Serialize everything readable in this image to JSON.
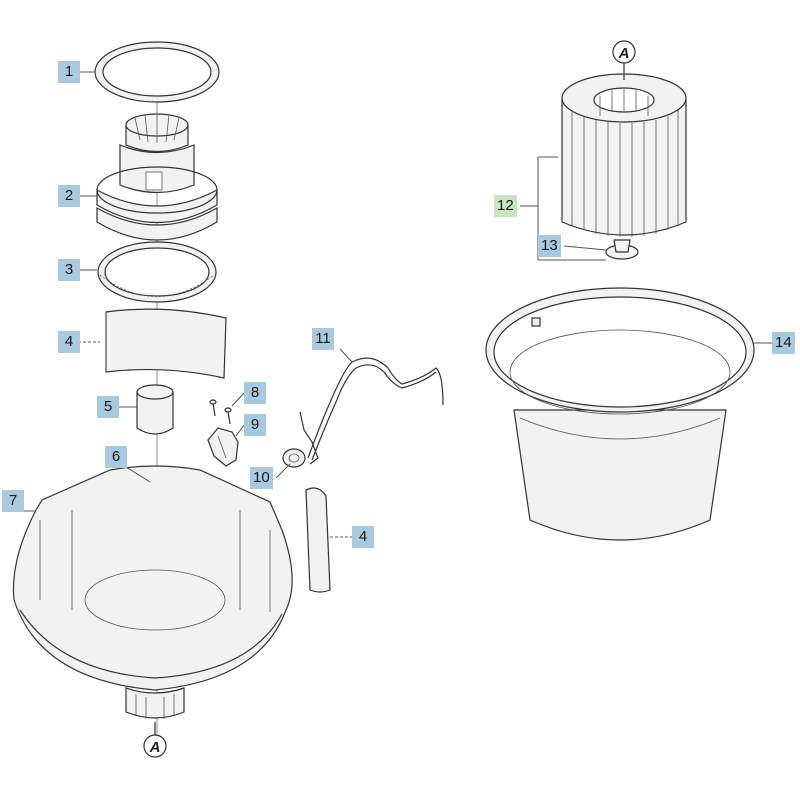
{
  "callouts": {
    "c1": "1",
    "c2": "2",
    "c3": "3",
    "c4a": "4",
    "c4b": "4",
    "c5": "5",
    "c6": "6",
    "c7": "7",
    "c8": "8",
    "c9": "9",
    "c10": "10",
    "c11": "11",
    "c12": "12",
    "c13": "13",
    "c14": "14"
  },
  "markers": {
    "top": "A",
    "bottom": "A"
  },
  "colors": {
    "callout_blue": "#a9c9df",
    "callout_green": "#c7e6bf",
    "line": "#333333"
  }
}
